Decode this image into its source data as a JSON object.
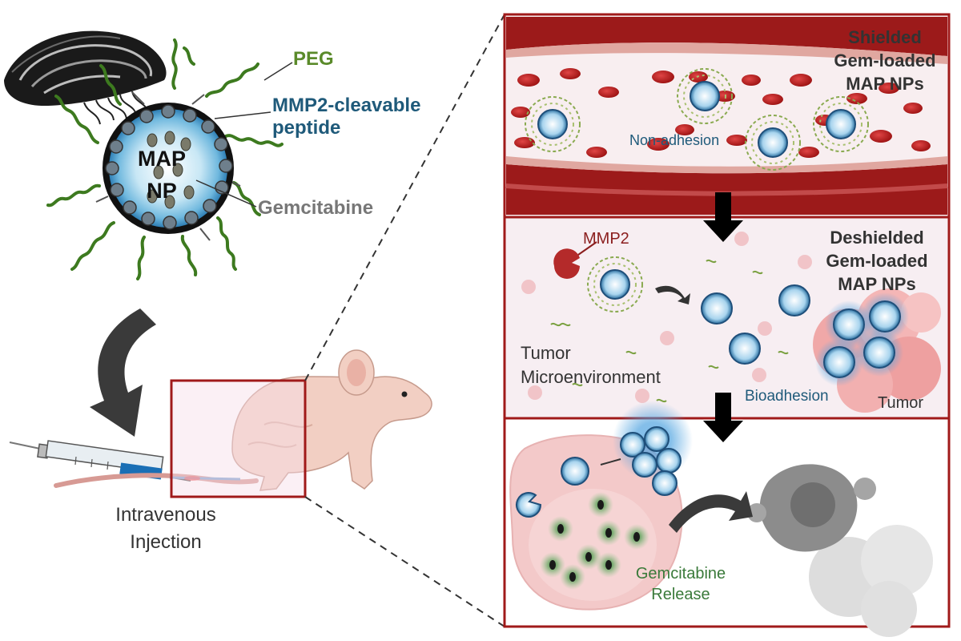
{
  "labels": {
    "peg": "PEG",
    "mmp2_line1": "MMP2-cleavable",
    "mmp2_line2": "peptide",
    "gemcitabine": "Gemcitabine",
    "np_line1": "MAP",
    "np_line2": "NP",
    "iv_line1": "Intravenous",
    "iv_line2": "Injection"
  },
  "panels": {
    "top": {
      "title_line1": "Shielded",
      "title_line2": "Gem-loaded",
      "title_line3": "MAP NPs",
      "annotation": "Non-adhesion"
    },
    "middle": {
      "title_line1": "Deshielded",
      "title_line2": "Gem-loaded",
      "title_line3": "MAP NPs",
      "enzyme": "MMP2",
      "env_line1": "Tumor",
      "env_line2": "Microenvironment",
      "bio": "Bioadhesion",
      "tumor": "Tumor"
    },
    "bottom": {
      "release_line1": "Gemcitabine",
      "release_line2": "Release"
    }
  },
  "colors": {
    "panel_border": "#a01a1a",
    "peg_green": "#5a8a2a",
    "peptide_blue": "#1f5a7a",
    "vessel_red": "#8b1a1a",
    "np_core": "#2a6fa0"
  }
}
